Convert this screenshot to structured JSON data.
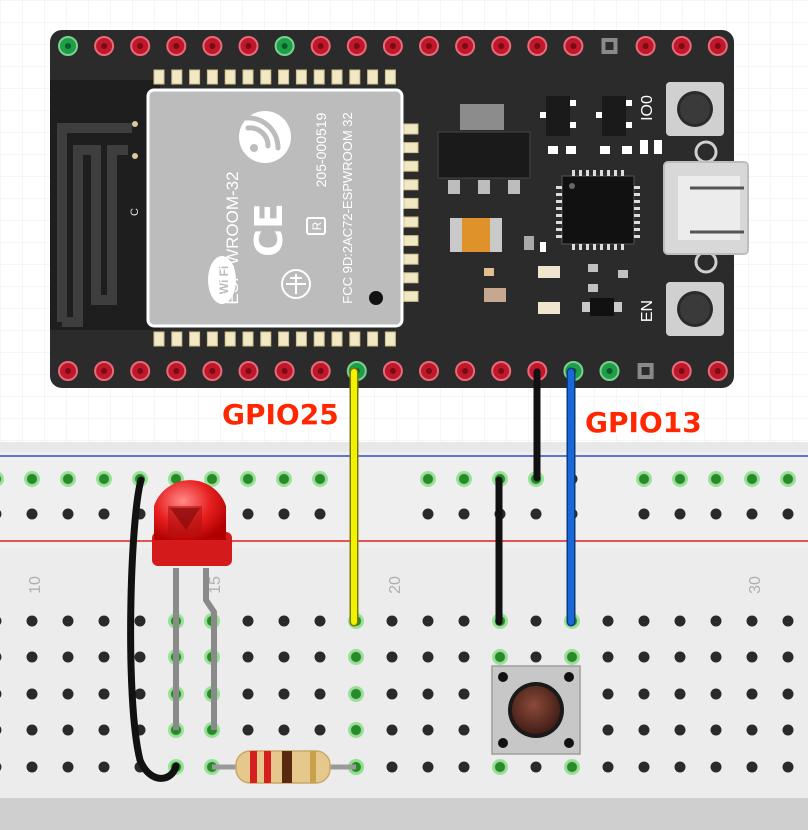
{
  "board": {
    "module_text": {
      "model": "ESP-WROOM-32",
      "cert": "205-000519",
      "fcc": "FCC 9D:2AC72-ESPWROOM 32",
      "antenna_mark": "C",
      "r_mark": "R",
      "wifi": "Wi Fi"
    },
    "button_io0": "IO0",
    "button_en": "EN"
  },
  "labels": {
    "gpio25": "GPIO25",
    "gpio13": "GPIO13"
  },
  "breadboard": {
    "col_numbers": [
      "10",
      "15",
      "20",
      "30"
    ]
  },
  "colors": {
    "grid": "#ececec",
    "board": "#2b2b2b",
    "module": "#bcbcbc",
    "pin": "#c0182b",
    "pin_active": "#1f9e4a",
    "wire_yellow": "#f2f200",
    "wire_blue": "#1a68d8",
    "wire_black": "#111111",
    "label_red": "#ff2600",
    "led_red": "#e82020"
  }
}
